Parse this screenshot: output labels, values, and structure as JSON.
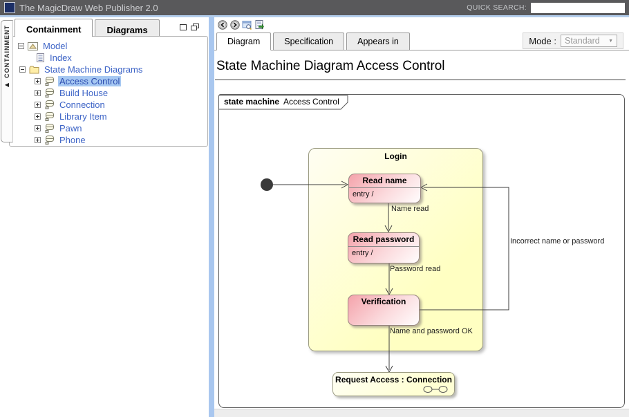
{
  "header": {
    "app_title": "The MagicDraw Web Publisher 2.0",
    "quick_search_label": "QUICK SEARCH:",
    "quick_search_value": ""
  },
  "icons": {
    "collapse_arrow": "◀",
    "dropdown_arrow": "▼"
  },
  "colors": {
    "header_bg": "#59595b",
    "accent_divider": "#a9c7ef",
    "tree_link": "#3c63c6",
    "tree_selection": "#a6c8f2",
    "state_pink": "#f4a3ab",
    "state_yellow": "#ffffc2"
  },
  "sidebar": {
    "collapse_tab_label": "CONTAINMENT",
    "tabs": [
      {
        "label": "Containment"
      },
      {
        "label": "Diagrams"
      }
    ],
    "tree": [
      {
        "label": "Model"
      },
      {
        "label": "Index"
      },
      {
        "label": "State Machine Diagrams"
      },
      {
        "label": "Access Control"
      },
      {
        "label": "Build House"
      },
      {
        "label": "Connection"
      },
      {
        "label": "Library Item"
      },
      {
        "label": "Pawn"
      },
      {
        "label": "Phone"
      }
    ]
  },
  "main": {
    "tabs": [
      {
        "label": "Diagram"
      },
      {
        "label": "Specification"
      },
      {
        "label": "Appears in"
      }
    ],
    "mode_label": "Mode :",
    "mode_value": "Standard",
    "page_title": "State Machine Diagram Access Control",
    "diagram": {
      "frame_keyword": "state machine",
      "frame_name": "Access Control",
      "composite_state": {
        "name": "Login"
      },
      "states": {
        "read_name": {
          "name": "Read name",
          "entry": "entry /"
        },
        "read_password": {
          "name": "Read password",
          "entry": "entry /"
        },
        "verification": {
          "name": "Verification"
        },
        "request_access": {
          "name": "Request Access : Connection"
        }
      },
      "transitions": {
        "name_read": "Name read",
        "password_read": "Password read",
        "name_password_ok": "Name and password OK",
        "incorrect": "Incorrect name or password"
      }
    }
  }
}
